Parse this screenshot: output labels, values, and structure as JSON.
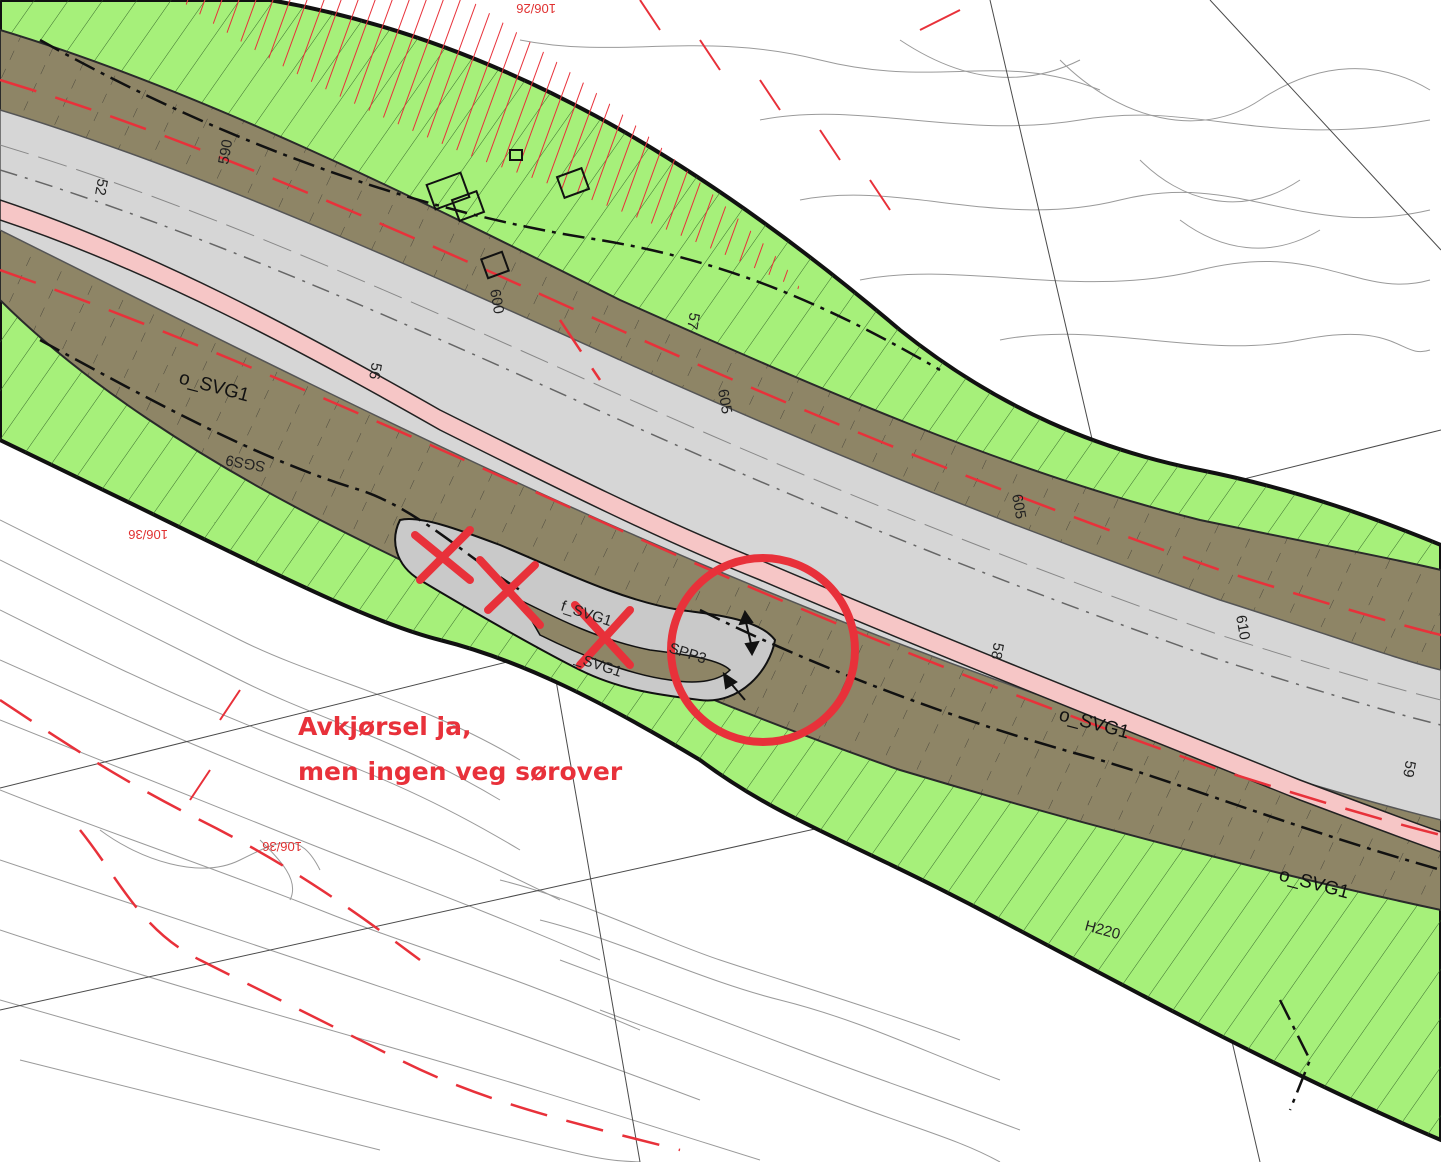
{
  "annotation": {
    "line1": "Avkjørsel ja,",
    "line2": "men ingen veg sørover",
    "color": "#e8313a"
  },
  "zones": {
    "svg1_a": "o_SVG1",
    "svg1_b": "o_SVG1",
    "svg1_c": "o_SVG1",
    "svg1_d": "_SVG1",
    "svg1_e": "f_SVG1",
    "spp3": "SPP3",
    "sgs9": "SGS9",
    "h220": "H220"
  },
  "elevations": {
    "e590": "590",
    "e600": "600",
    "e605": "605",
    "e610": "610"
  },
  "road_markers": {
    "m52": "52",
    "m56": "56",
    "m57": "57",
    "m58": "58",
    "m59": "59"
  },
  "property_ids": {
    "p1": "106/26",
    "p2": "106/36",
    "p3": "106/36"
  },
  "colors": {
    "green_zone": "#a6f07a",
    "road_shoulder": "#8e8566",
    "road": "#d6d6d6",
    "pedestrian_path": "#f6c6c6",
    "red_markings": "#e8313a"
  }
}
